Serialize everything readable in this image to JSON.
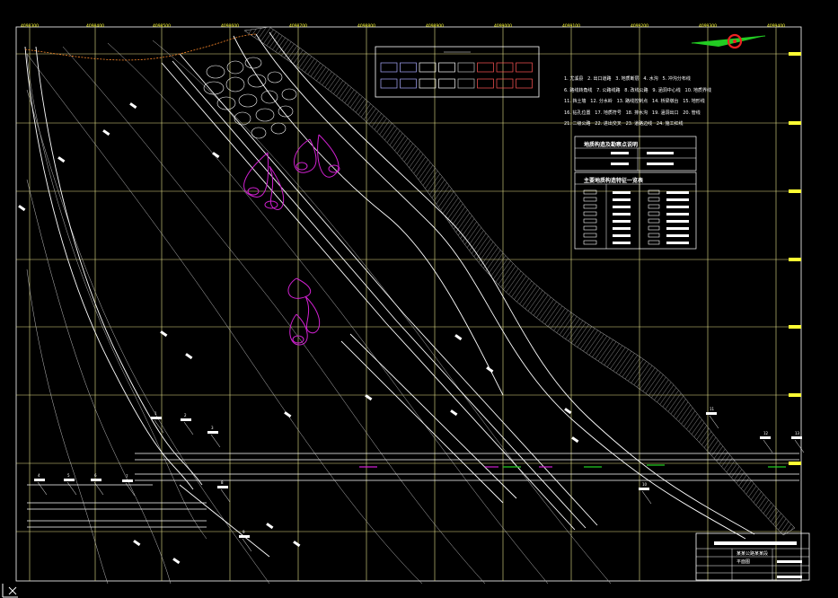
{
  "app": {
    "title": "",
    "canvas_bg": "#000000"
  },
  "colors": {
    "grid": "#e6e28a",
    "frame": "#ffffff",
    "terrain": "#cfcfcf",
    "road": "#ffffff",
    "magenta": "#d020d0",
    "green": "#22cc22",
    "red": "#ee2222",
    "yellow": "#ffff00",
    "callout": "#ffffff"
  },
  "icons": {
    "north_arrow": "north-arrow-icon",
    "ucs": "ucs-icon"
  },
  "grid": {
    "top_labels": [
      "4098300",
      "4098400",
      "4098500",
      "4098600",
      "4098700",
      "4098800",
      "4098900",
      "4099000",
      "4099100",
      "4099200",
      "4099300",
      "4099400"
    ],
    "right_labels": [
      "",
      "",
      "",
      "",
      "",
      "",
      ""
    ]
  },
  "notes": {
    "text": "1. 尤溪县   2. 出口道路   3. 地质断层   4. 水沟   5. 冲沟分布线\n6. 路线转角线   7. 公路线路   8. 改线公路   9. 涵洞中心线   10. 地质界线\n11. 挡土墙   12. 分水岭   13. 路线控制点   14. 桥梁墩台   15. 地形线\n16. 钻孔位置   17. 地质符号   18. 排水沟   19. 涵洞出口   20. 管线\n21. 二级公路   22. 进出交叉   23. 道路边线   24. 施工红线"
  },
  "tables": {
    "table1_title": "地质构造及勘察点说明",
    "table2_title": "主要地质构造特征一览表"
  },
  "callouts": {
    "labels": [
      "1",
      "2",
      "3",
      "4",
      "5",
      "6",
      "7",
      "8",
      "9",
      "10",
      "11",
      "12",
      "13"
    ]
  },
  "titleblock": {
    "line1": "某某公路某某段",
    "line2": "平面图"
  }
}
